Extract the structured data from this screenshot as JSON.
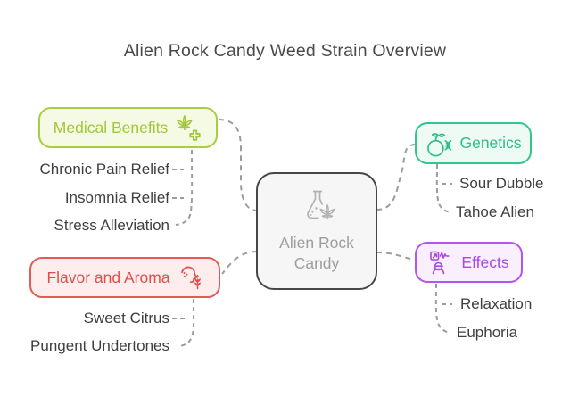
{
  "title": "Alien Rock Candy Weed Strain Overview",
  "center": {
    "label": "Alien Rock Candy",
    "icon": "flask-cannabis-icon"
  },
  "branches": [
    {
      "id": "medical-benefits",
      "label": "Medical Benefits",
      "icon": "cannabis-medical-icon",
      "children": [
        "Chronic Pain Relief",
        "Insomnia Relief",
        "Stress Alleviation"
      ]
    },
    {
      "id": "flavor-aroma",
      "label": "Flavor and Aroma",
      "icon": "nose-aroma-icon",
      "children": [
        "Sweet Citrus",
        "Pungent Undertones"
      ]
    },
    {
      "id": "genetics",
      "label": "Genetics",
      "icon": "apple-dna-icon",
      "children": [
        "Sour Dubble",
        "Tahoe Alien"
      ]
    },
    {
      "id": "effects",
      "label": "Effects",
      "icon": "person-pulse-icon",
      "children": [
        "Relaxation",
        "Euphoria"
      ]
    }
  ],
  "colors": {
    "medical-accent": "#a2c63c",
    "medical-border": "#a9cc45",
    "medical-bg": "#f5fae5",
    "flavor-accent": "#df4f4f",
    "flavor-border": "#e15b5b",
    "flavor-bg": "#fdeded",
    "genetics-accent": "#2dbd88",
    "genetics-border": "#36c48e",
    "genetics-bg": "#edfbf4",
    "effects-accent": "#a948e3",
    "effects-border": "#b357e8",
    "effects-bg": "#f9effe",
    "center-border": "#474747",
    "center-bg": "#f6f6f6",
    "center-text": "#9e9e9e",
    "center-icon": "#b2b2b2",
    "connector": "#9c9c9c",
    "item-text": "#3f3f3f",
    "title-text": "#4a4a4a"
  }
}
